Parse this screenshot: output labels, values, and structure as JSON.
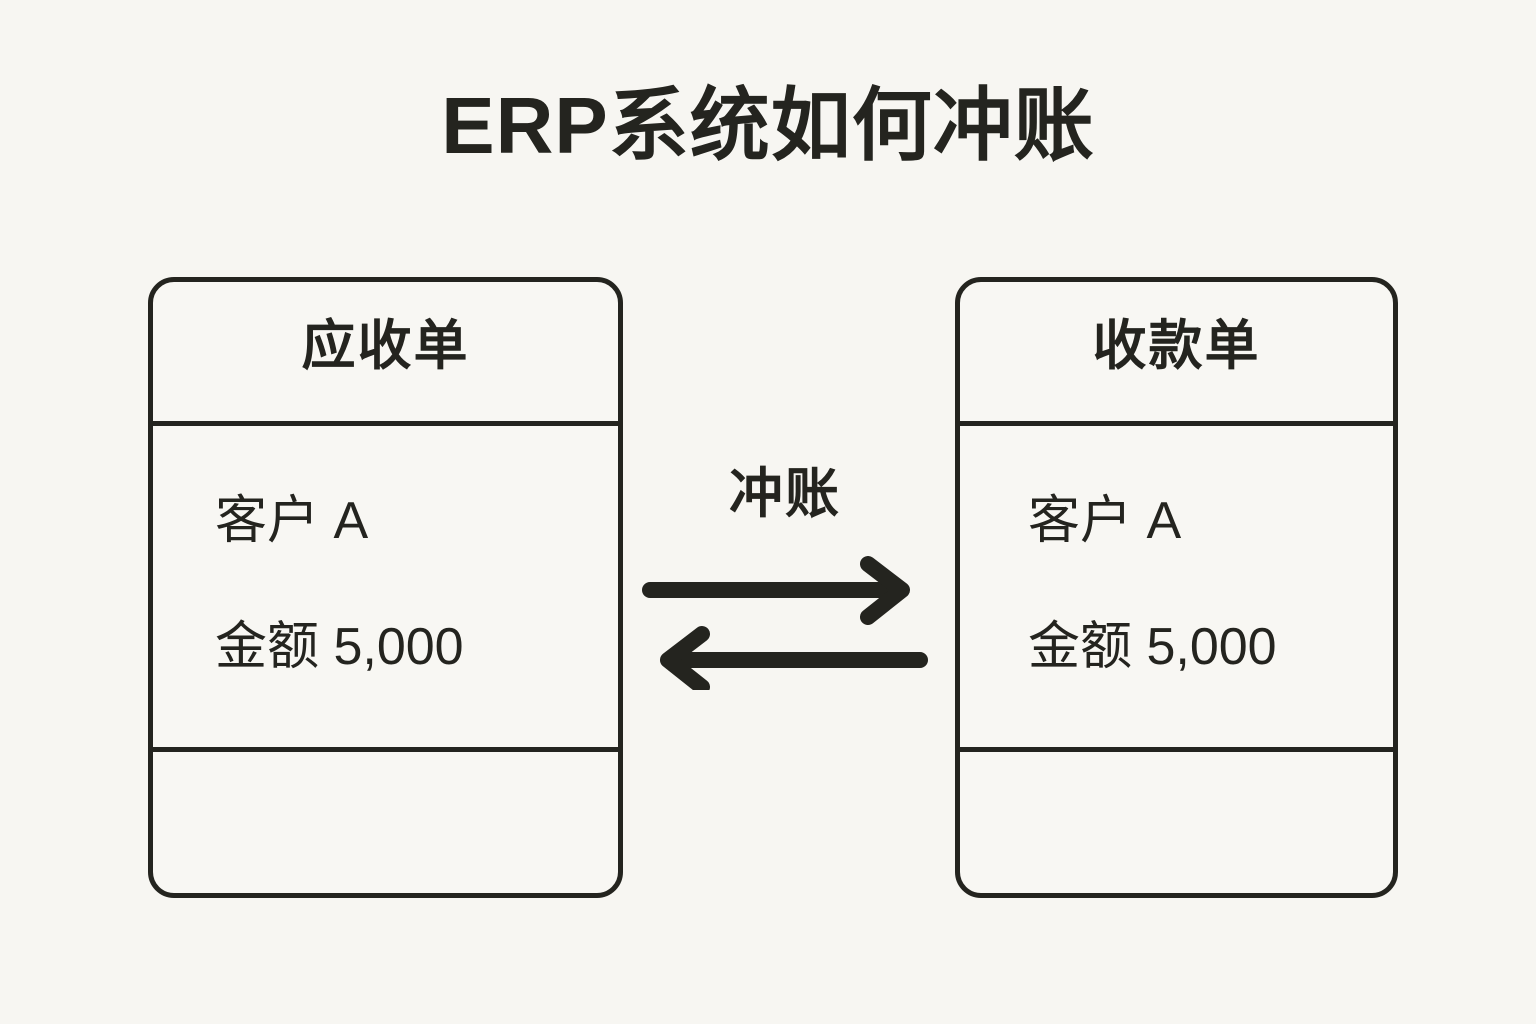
{
  "page": {
    "title": "ERP系统如何冲账",
    "background_color": "#f7f6f2",
    "ink_color": "#24241f"
  },
  "diagram": {
    "type": "two-node-bidirectional-flow",
    "left_card": {
      "header": "应收单",
      "customer_line": "客户 A",
      "amount_line": "金额 5,000",
      "footer": ""
    },
    "right_card": {
      "header": "收款单",
      "customer_line": "客户 A",
      "amount_line": "金额 5,000",
      "footer": ""
    },
    "connector": {
      "label": "冲账",
      "forward_arrow_icon": "arrow-right-icon",
      "backward_arrow_icon": "arrow-left-icon"
    }
  }
}
